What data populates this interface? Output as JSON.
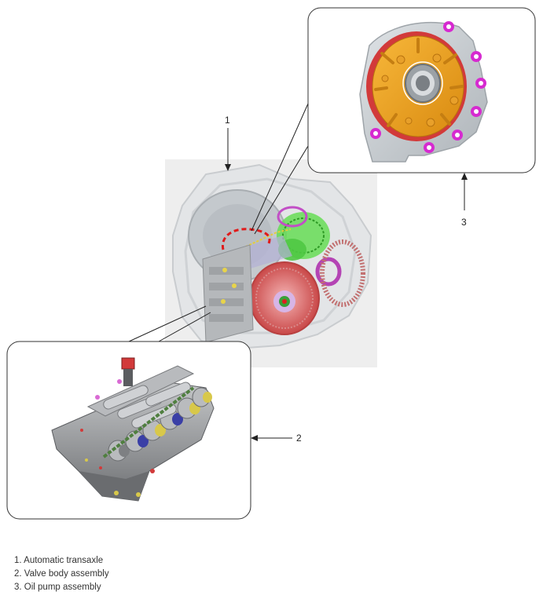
{
  "callouts": {
    "c1": "1",
    "c2": "2",
    "c3": "3"
  },
  "legend": {
    "items": [
      "1. Automatic transaxle",
      "2. Valve body assembly",
      "3. Oil pump assembly"
    ]
  },
  "colors": {
    "pump_body": "#f2a21a",
    "pump_flange": "#d23a3a",
    "bolt": "#d62ad0",
    "gear_green": "#55d645",
    "drum_red": "#e06868",
    "dashed_marker": "#e01b1b",
    "valve_body": "#8a8a8a",
    "solenoid_blue": "#3a3fa6",
    "solenoid_yellow": "#d8c84a"
  }
}
